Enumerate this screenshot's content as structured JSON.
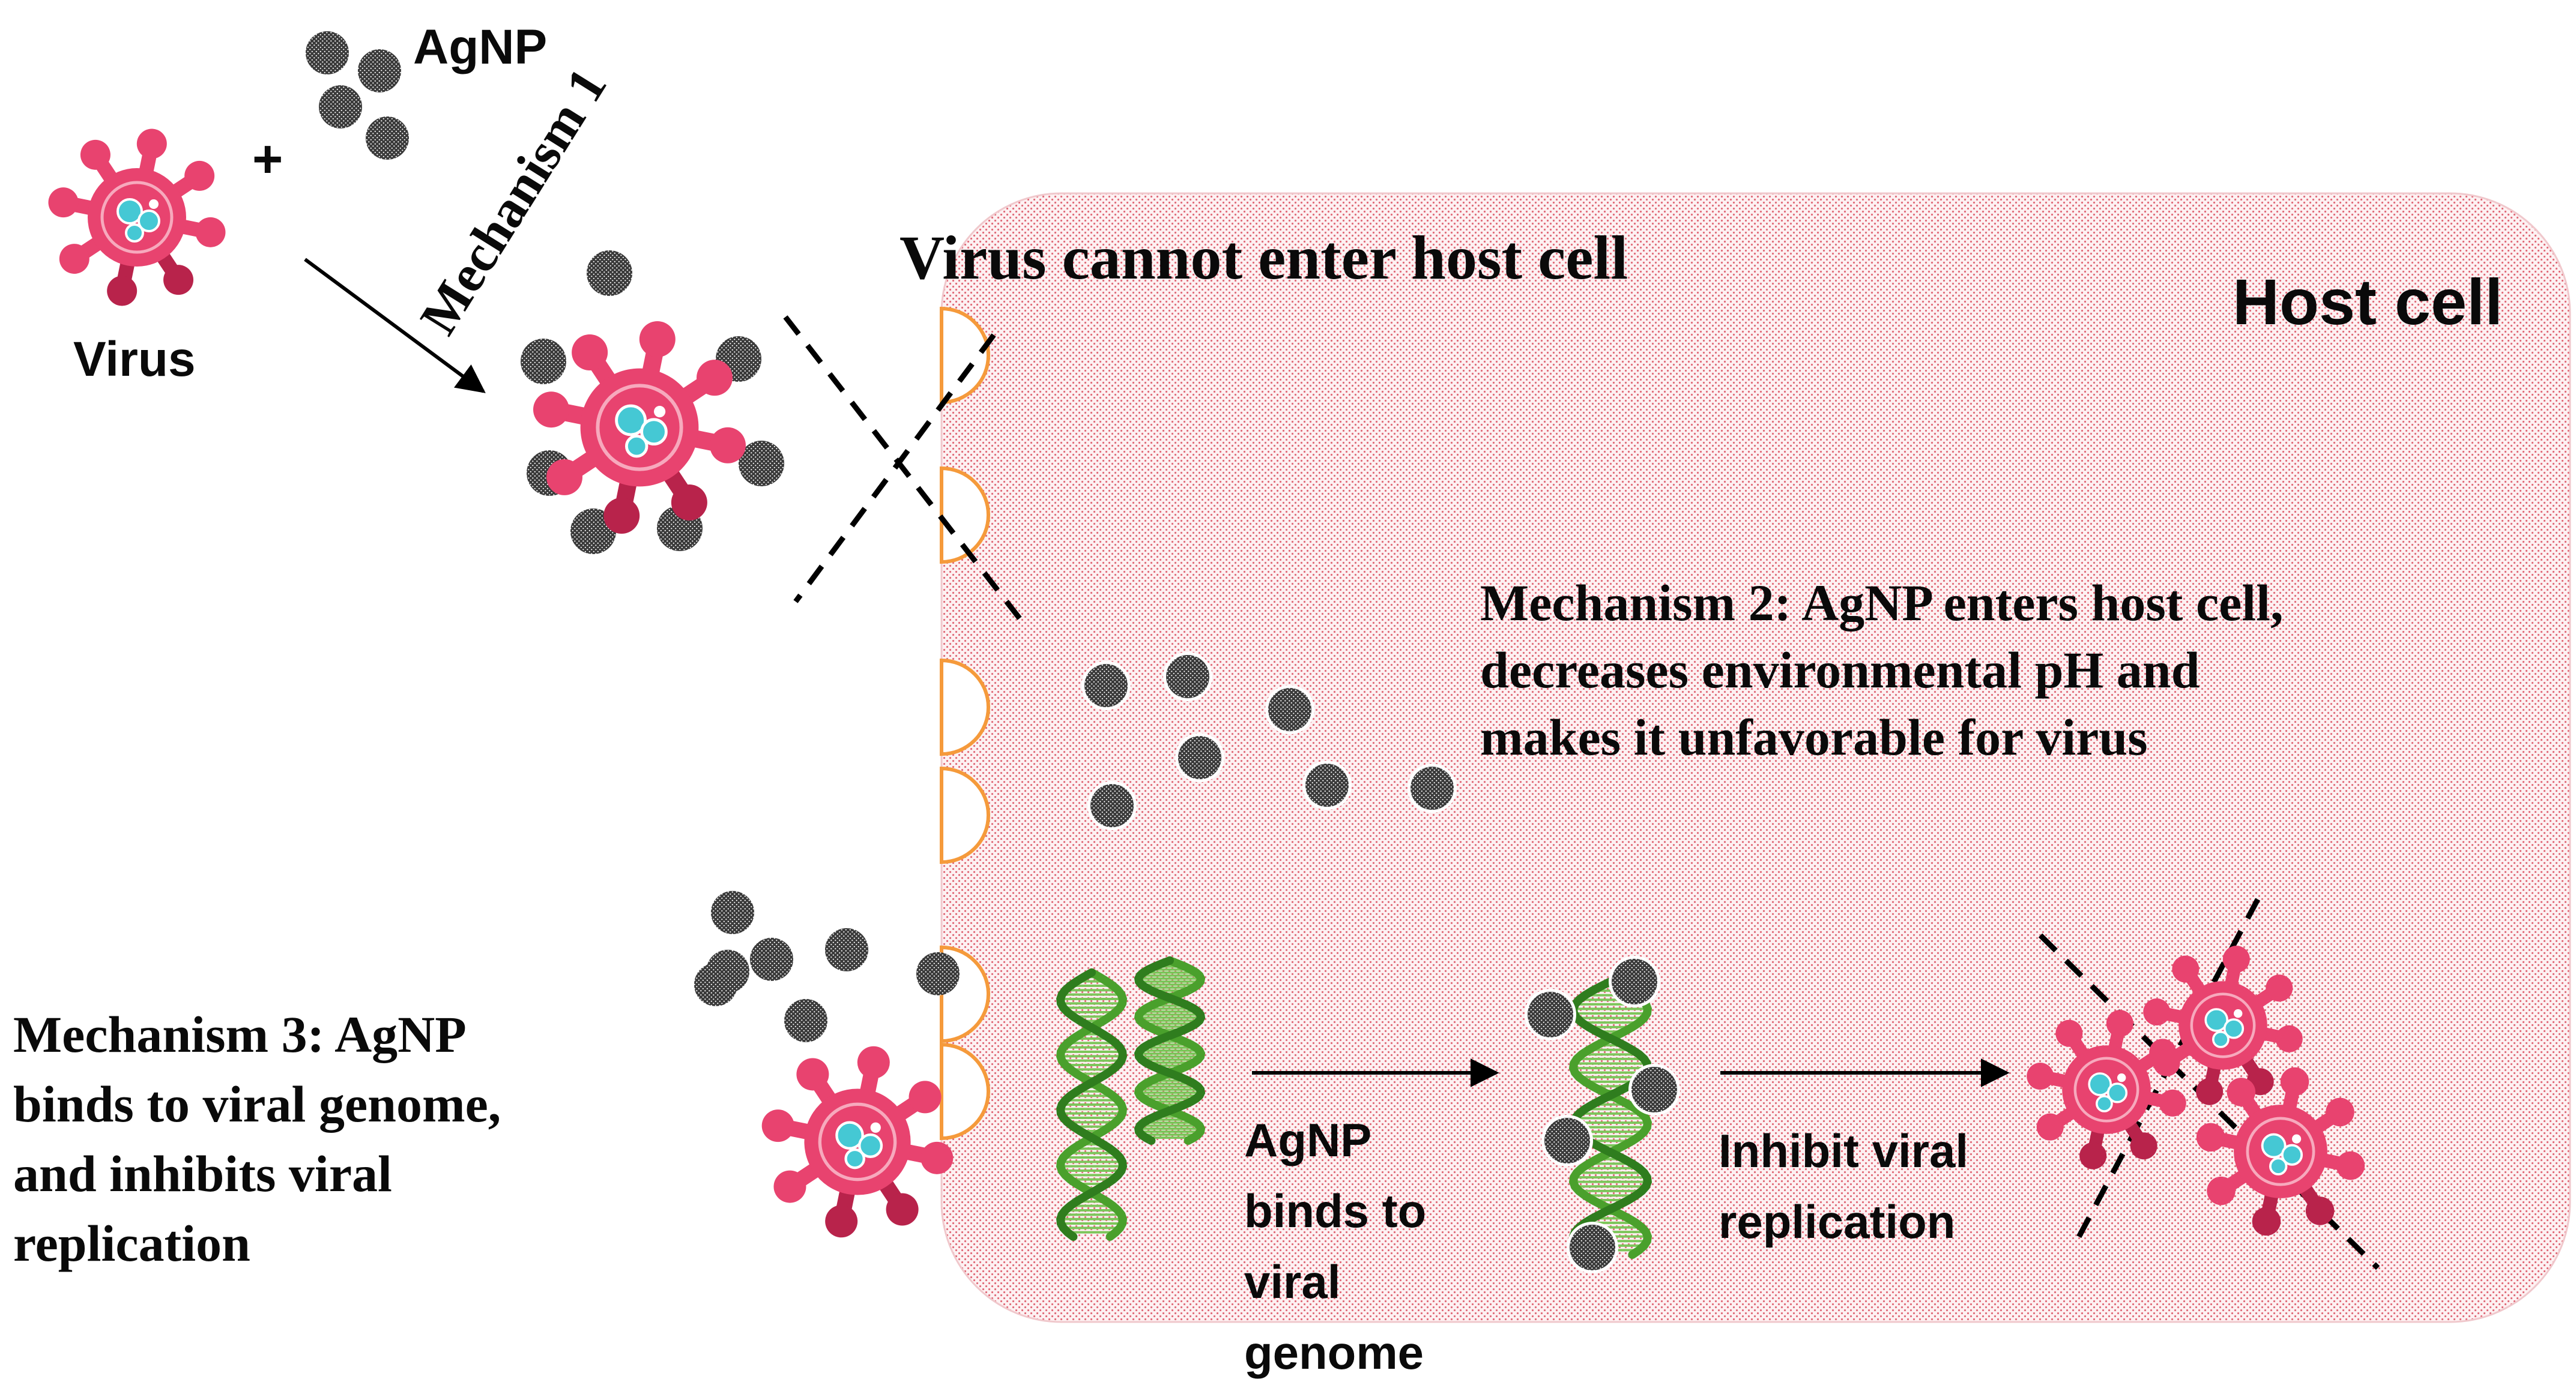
{
  "labels": {
    "agnp": "AgNP",
    "plus": "+",
    "virus": "Virus",
    "mechanism1": "Mechanism 1",
    "cannot_enter": "Virus cannot enter host cell",
    "host_cell": "Host cell",
    "mechanism2": [
      "Mechanism 2: AgNP enters host cell,",
      "decreases environmental pH and",
      "makes it unfavorable for virus"
    ],
    "mechanism3": [
      "Mechanism 3: AgNP",
      "binds to viral genome,",
      "and inhibits viral",
      "replication"
    ],
    "binds_genome": [
      "AgNP",
      "binds to",
      "viral",
      "genome"
    ],
    "inhibit_replication": [
      "Inhibit viral",
      "replication"
    ]
  },
  "colors": {
    "virus_body": "#e8436f",
    "virus_dark": "#b8234b",
    "virus_core": "#45c8d4",
    "receptor": "#f59a3b",
    "host_dot": "#e06070",
    "host_fill": "#fbe6e8",
    "dna": "#4aa02c",
    "nanoparticle": "#3a3a3a"
  },
  "icons": {
    "virus": "virus-icon",
    "nanoparticle": "nanoparticle-icon",
    "dna": "dna-helix-icon",
    "receptor": "receptor-icon",
    "blocked": "cross-mark-icon"
  }
}
